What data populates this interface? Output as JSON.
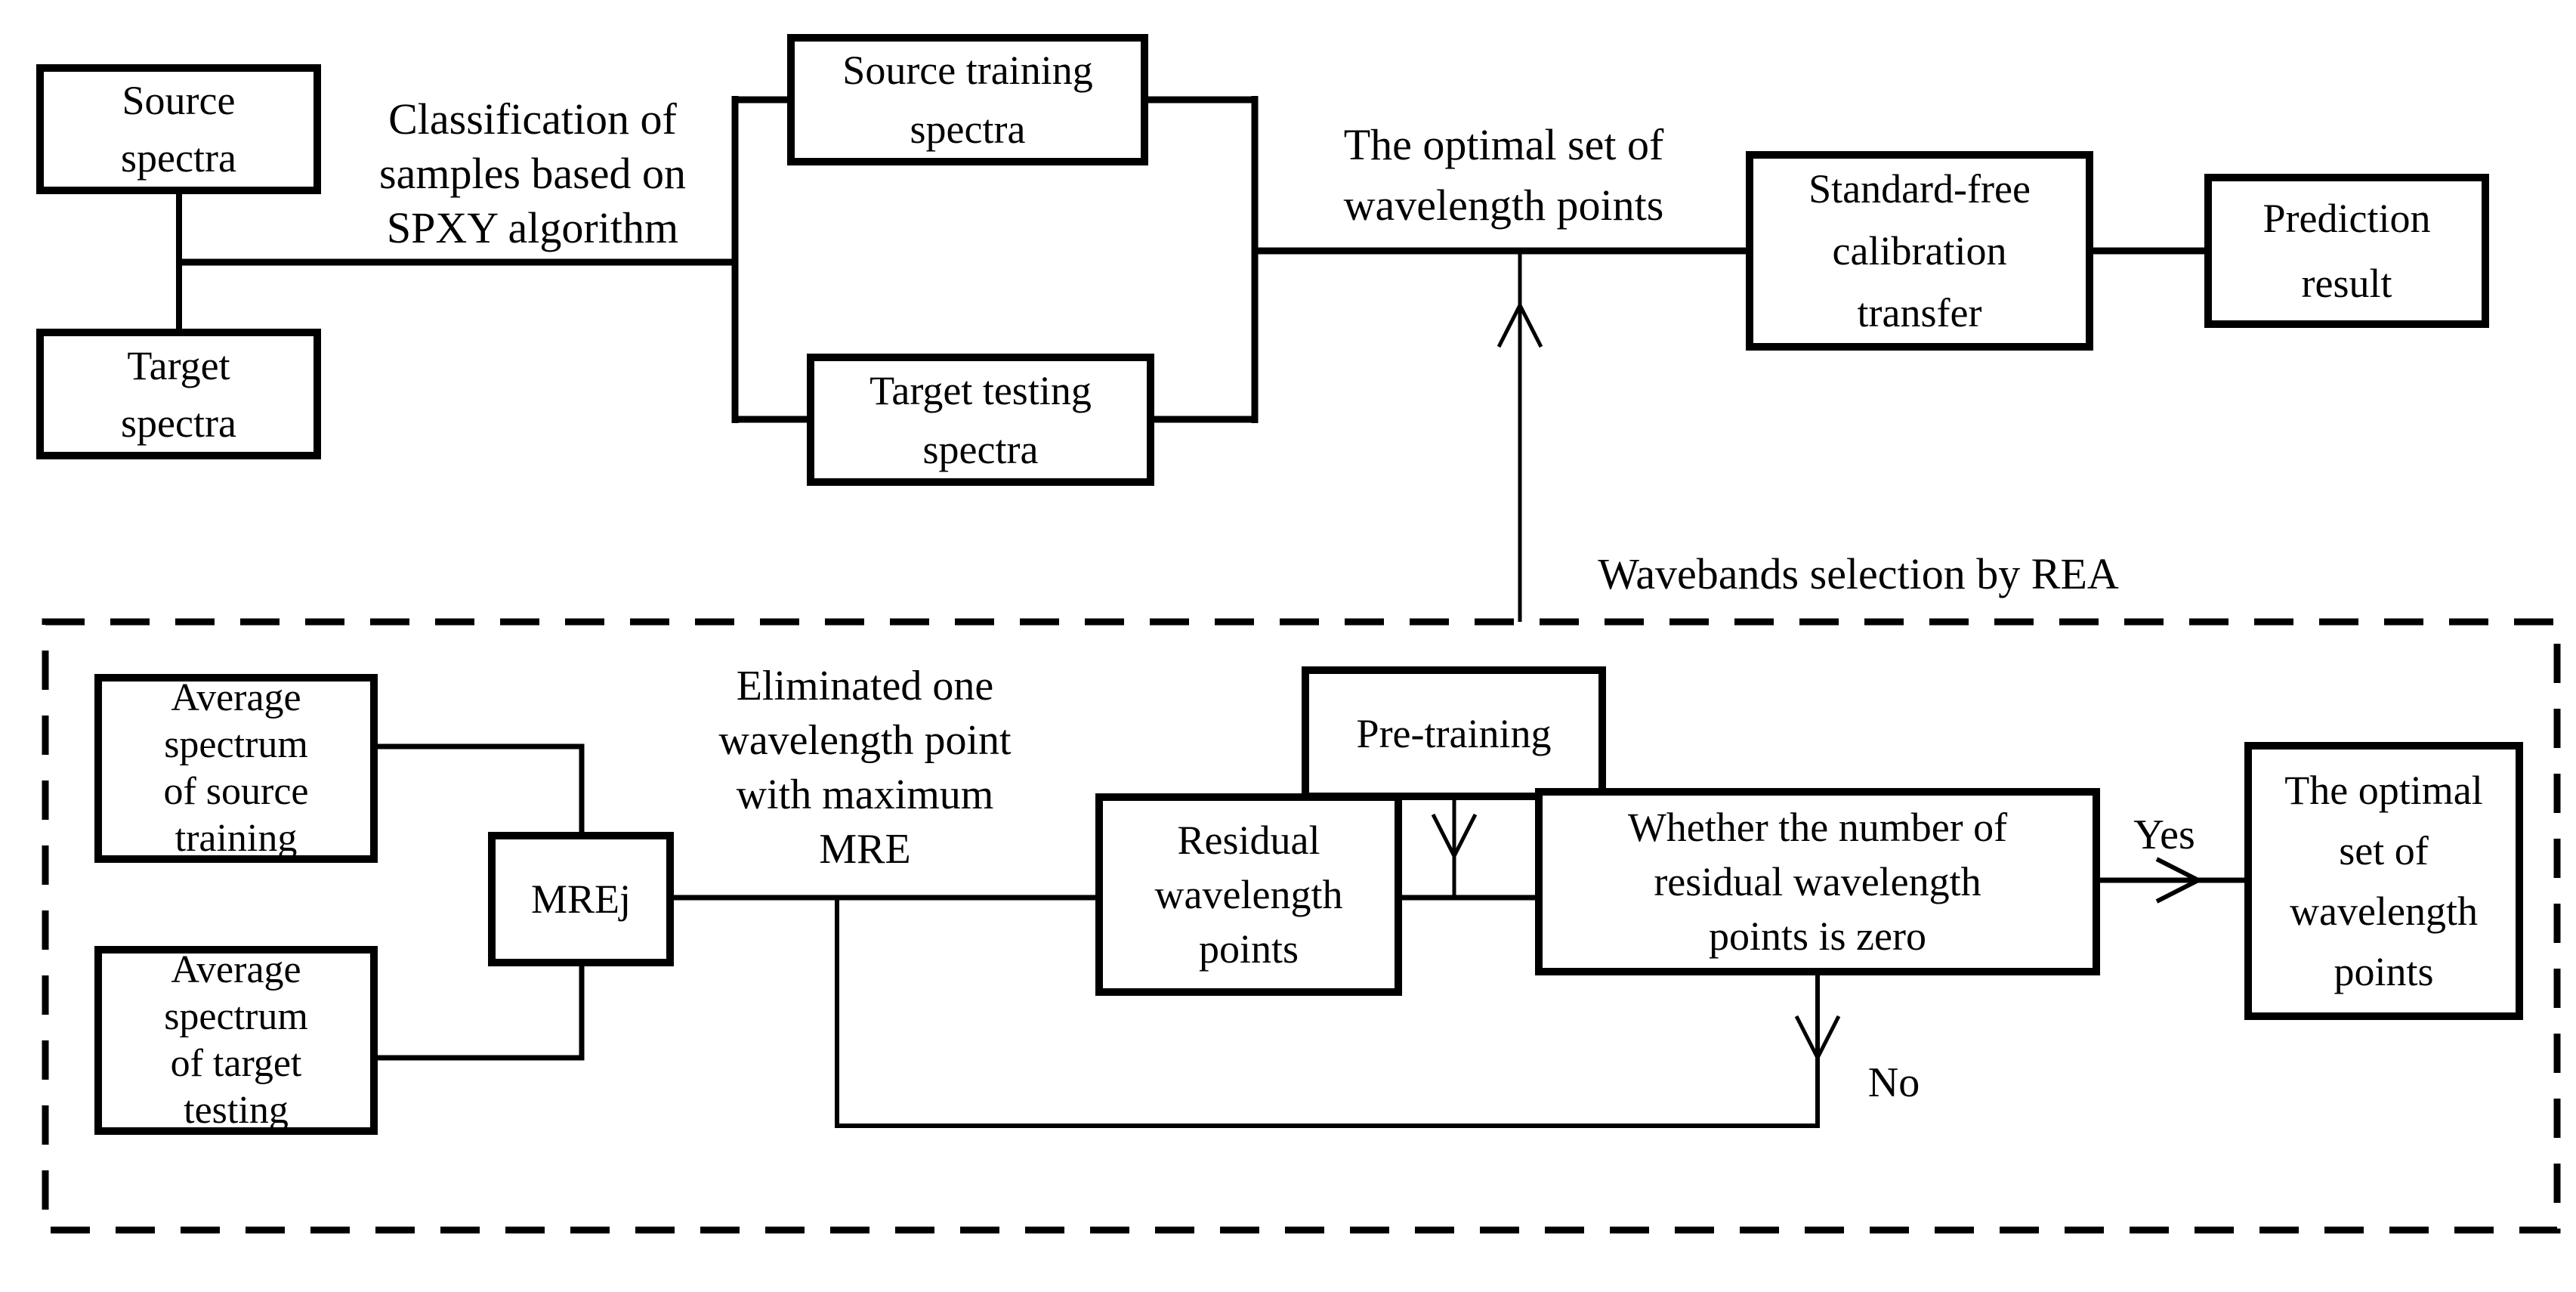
{
  "colors": {
    "ink": "#000000",
    "background": "#ffffff"
  },
  "flow": {
    "source_spectra": "Source\nspectra",
    "target_spectra": "Target\nspectra",
    "classification_note": "Classification of\nsamples based on\nSPXY algorithm",
    "source_training_spectra": "Source training\nspectra",
    "target_testing_spectra": "Target testing\nspectra",
    "optimal_set_note": "The optimal set of\nwavelength points",
    "standard_free_calibration_transfer": "Standard-free\ncalibration\ntransfer",
    "prediction_result": "Prediction\nresult"
  },
  "rea_section": {
    "wavebands_note": "Wavebands selection by REA",
    "average_spectrum_source": "Average\nspectrum\nof source\ntraining",
    "average_spectrum_target": "Average\nspectrum\nof target\ntesting",
    "mre_j": "MREj",
    "eliminated_note": "Eliminated one\nwavelength point\nwith maximum\nMRE",
    "pre_training": "Pre-training",
    "residual_wavelength_points": "Residual\nwavelength\npoints",
    "decision_question": "Whether the number of\nresidual wavelength\npoints is zero",
    "yes_label": "Yes",
    "no_label": "No",
    "optimal_set_box": "The optimal\nset of\nwavelength\npoints"
  }
}
